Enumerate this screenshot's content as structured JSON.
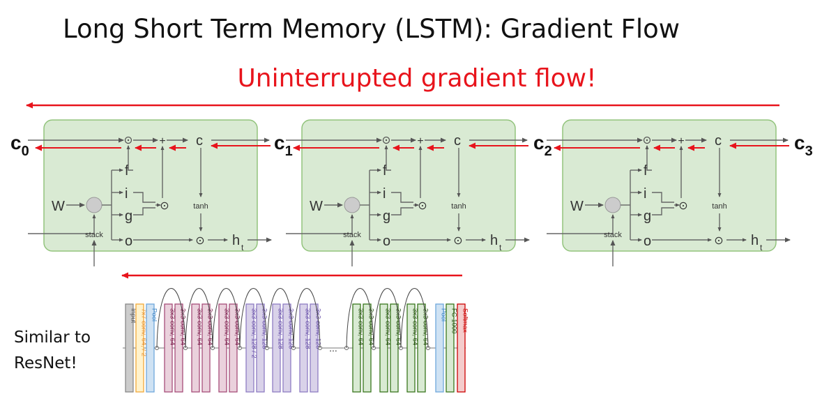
{
  "slide": {
    "title": "Long Short Term Memory (LSTM): Gradient Flow",
    "subtitle": "Uninterrupted gradient flow!",
    "note": [
      "Similar to",
      "ResNet!"
    ]
  },
  "colors": {
    "red": "#e8141c",
    "cell_fill": "#d9ead3",
    "cell_stroke": "#93c47d"
  },
  "states": [
    {
      "base": "c",
      "sub": "0"
    },
    {
      "base": "c",
      "sub": "1"
    },
    {
      "base": "c",
      "sub": "2"
    },
    {
      "base": "c",
      "sub": "3"
    }
  ],
  "cell_labels": {
    "W": "W",
    "stack": "stack",
    "f": "f",
    "i": "i",
    "g": "g",
    "o": "o",
    "tanh": "tanh",
    "c": "c",
    "plus": "+",
    "dot": "⊙",
    "h": "h",
    "t": "t"
  },
  "resnet_layers": [
    {
      "label": "Input",
      "group": "input"
    },
    {
      "label": "7x7 conv, 64, / 2",
      "group": "conv7"
    },
    {
      "label": "Pool",
      "group": "pool"
    },
    {
      "label": "3x3 conv, 64",
      "group": "c64"
    },
    {
      "label": "3x3 conv, 64",
      "group": "c64"
    },
    {
      "label": "3x3 conv, 64",
      "group": "c64"
    },
    {
      "label": "3x3 conv, 64",
      "group": "c64"
    },
    {
      "label": "3x3 conv, 64",
      "group": "c64"
    },
    {
      "label": "3x3 conv, 64",
      "group": "c64"
    },
    {
      "label": "3x3 conv, 128 / 2",
      "group": "c128"
    },
    {
      "label": "3x3 conv, 128",
      "group": "c128"
    },
    {
      "label": "3x3 conv, 128",
      "group": "c128"
    },
    {
      "label": "3x3 conv, 128",
      "group": "c128"
    },
    {
      "label": "3x3 conv, 128",
      "group": "c128"
    },
    {
      "label": "3x3 conv, 128",
      "group": "c128"
    },
    {
      "label": "3x3 conv, 64",
      "group": "green"
    },
    {
      "label": "3x3 conv, 64",
      "group": "green"
    },
    {
      "label": "3x3 conv, 64",
      "group": "green"
    },
    {
      "label": "3x3 conv, 64",
      "group": "green"
    },
    {
      "label": "3x3 conv, 64",
      "group": "green"
    },
    {
      "label": "3x3 conv, 64",
      "group": "green"
    },
    {
      "label": "Pool",
      "group": "pool"
    },
    {
      "label": "FC 1000",
      "group": "fc"
    },
    {
      "label": "Softmax",
      "group": "softmax"
    }
  ],
  "resnet_ellipsis": "..."
}
